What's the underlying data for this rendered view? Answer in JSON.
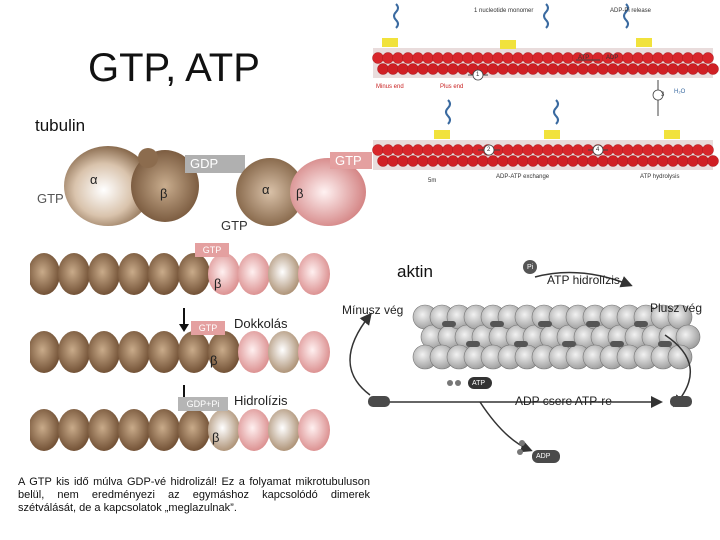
{
  "slide": {
    "title": "GTP, ATP",
    "caption": "A GTP kis idő múlva GDP-vé hidrolizál! Ez a folyamat mikrotubuluson belül, nem eredményezi az egymáshoz kapcsolódó dimerek szétválását, de a kapcsolatok „meglazulnak”."
  },
  "tubulin": {
    "heading": "tubulin",
    "dimer_left": {
      "alpha": "α",
      "beta": "β",
      "gtp": "GTP",
      "gdp": "GDP"
    },
    "dimer_right": {
      "alpha": "α",
      "beta": "β",
      "gtp_top": "GTP",
      "gtp_bottom": "GTP"
    }
  },
  "protofilament": {
    "steps": [
      {
        "tag": "GTP",
        "beta": "β"
      },
      {
        "tag": "GTP",
        "beta": "β",
        "action": "Dokkolás"
      },
      {
        "tag": "GDP+Pi",
        "beta": "β",
        "action": "Hidrolízis"
      }
    ]
  },
  "aktin": {
    "heading": "aktin",
    "pi": "Pi",
    "atp_hydrolysis": "ATP hidrolízis",
    "minus_end": "Mínusz vég",
    "plus_end": "Plusz vég",
    "adp_exchange": "ADP csere ATP-re",
    "atp": "ATP",
    "adp": "ADP"
  },
  "inset": {
    "top_left_note": "1 nucleotide monomer",
    "top_right_note": "ADP-Pi release",
    "minus_end": "Minus end",
    "plus_end": "Plus end",
    "atp": "ATP",
    "adp": "ADP",
    "step_1": "1",
    "step_2": "2",
    "step_3": "3",
    "step_4": "4",
    "h2o": "H₂O",
    "bottom_note_1": "ADP-ATP exchange",
    "bottom_note_2": "ATP hydrolysis",
    "end_label": "5m"
  },
  "colors": {
    "actin_red": "#d8262b",
    "tubulin_brown": "#9a7552",
    "tubulin_pink": "#e6a6a6",
    "tag_grey": "#b5b5b5",
    "atp_dark": "#333333"
  }
}
